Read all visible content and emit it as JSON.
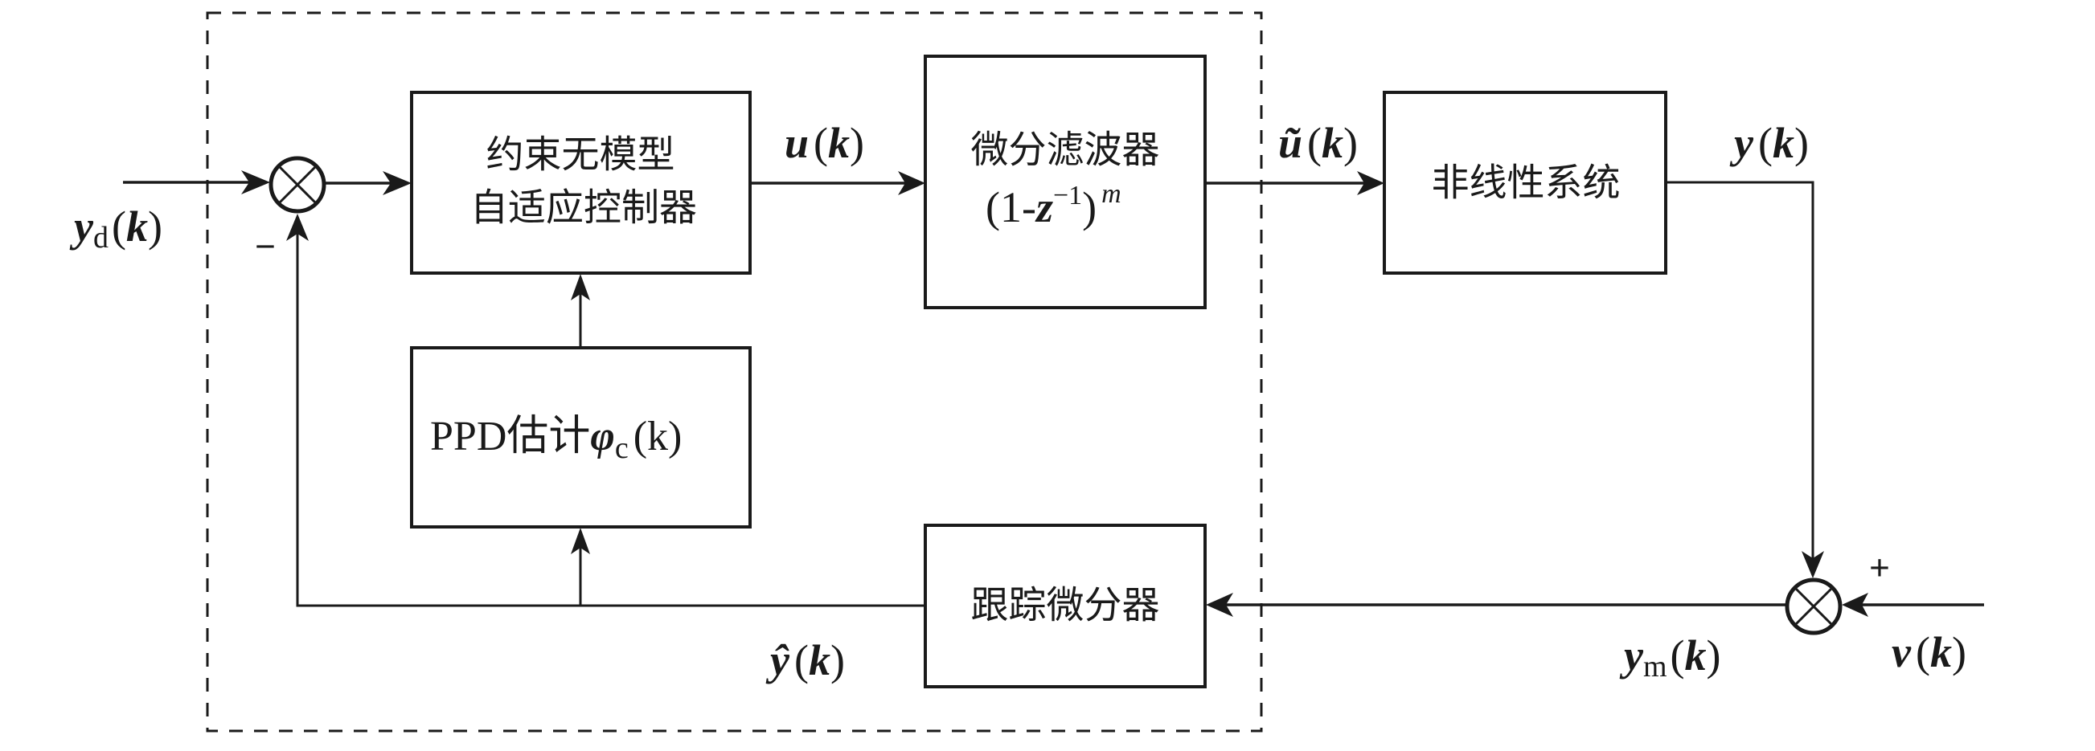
{
  "diagram": {
    "type": "control-block-diagram",
    "blocks": {
      "controller": {
        "line1": "约束无模型",
        "line2": "自适应控制器"
      },
      "filter": {
        "line1": "微分滤波器",
        "formula_open": "(1-",
        "formula_var": "z",
        "formula_exp": "−1",
        "formula_close": ")",
        "formula_power": "m"
      },
      "plant": {
        "label": "非线性系统"
      },
      "ppd": {
        "prefix": "PPD估计",
        "symbol": "φ",
        "subscript": "c",
        "arg": "(k)"
      },
      "tracking_differentiator": {
        "label": "跟踪微分器"
      }
    },
    "signals": {
      "reference": {
        "symbol": "y",
        "subscript": "d",
        "open": "(",
        "arg": "k",
        "close": ")"
      },
      "control": {
        "symbol": "u",
        "open": "(",
        "arg": "k",
        "close": ")"
      },
      "filtered_control": {
        "symbol": "ũ",
        "open": "(",
        "arg": "k",
        "close": ")"
      },
      "output": {
        "symbol": "y",
        "open": "(",
        "arg": "k",
        "close": ")"
      },
      "measured_output": {
        "symbol": "y",
        "subscript": "m",
        "open": "(",
        "arg": "k",
        "close": ")"
      },
      "noise": {
        "symbol": "v",
        "open": "(",
        "arg": "k",
        "close": ")"
      },
      "estimated_output": {
        "symbol": "ŷ",
        "open": "(",
        "arg": "k",
        "close": ")"
      }
    },
    "summing_junctions": {
      "error": {
        "feedback_sign": "−"
      },
      "measurement": {
        "noise_sign": "+"
      }
    }
  }
}
